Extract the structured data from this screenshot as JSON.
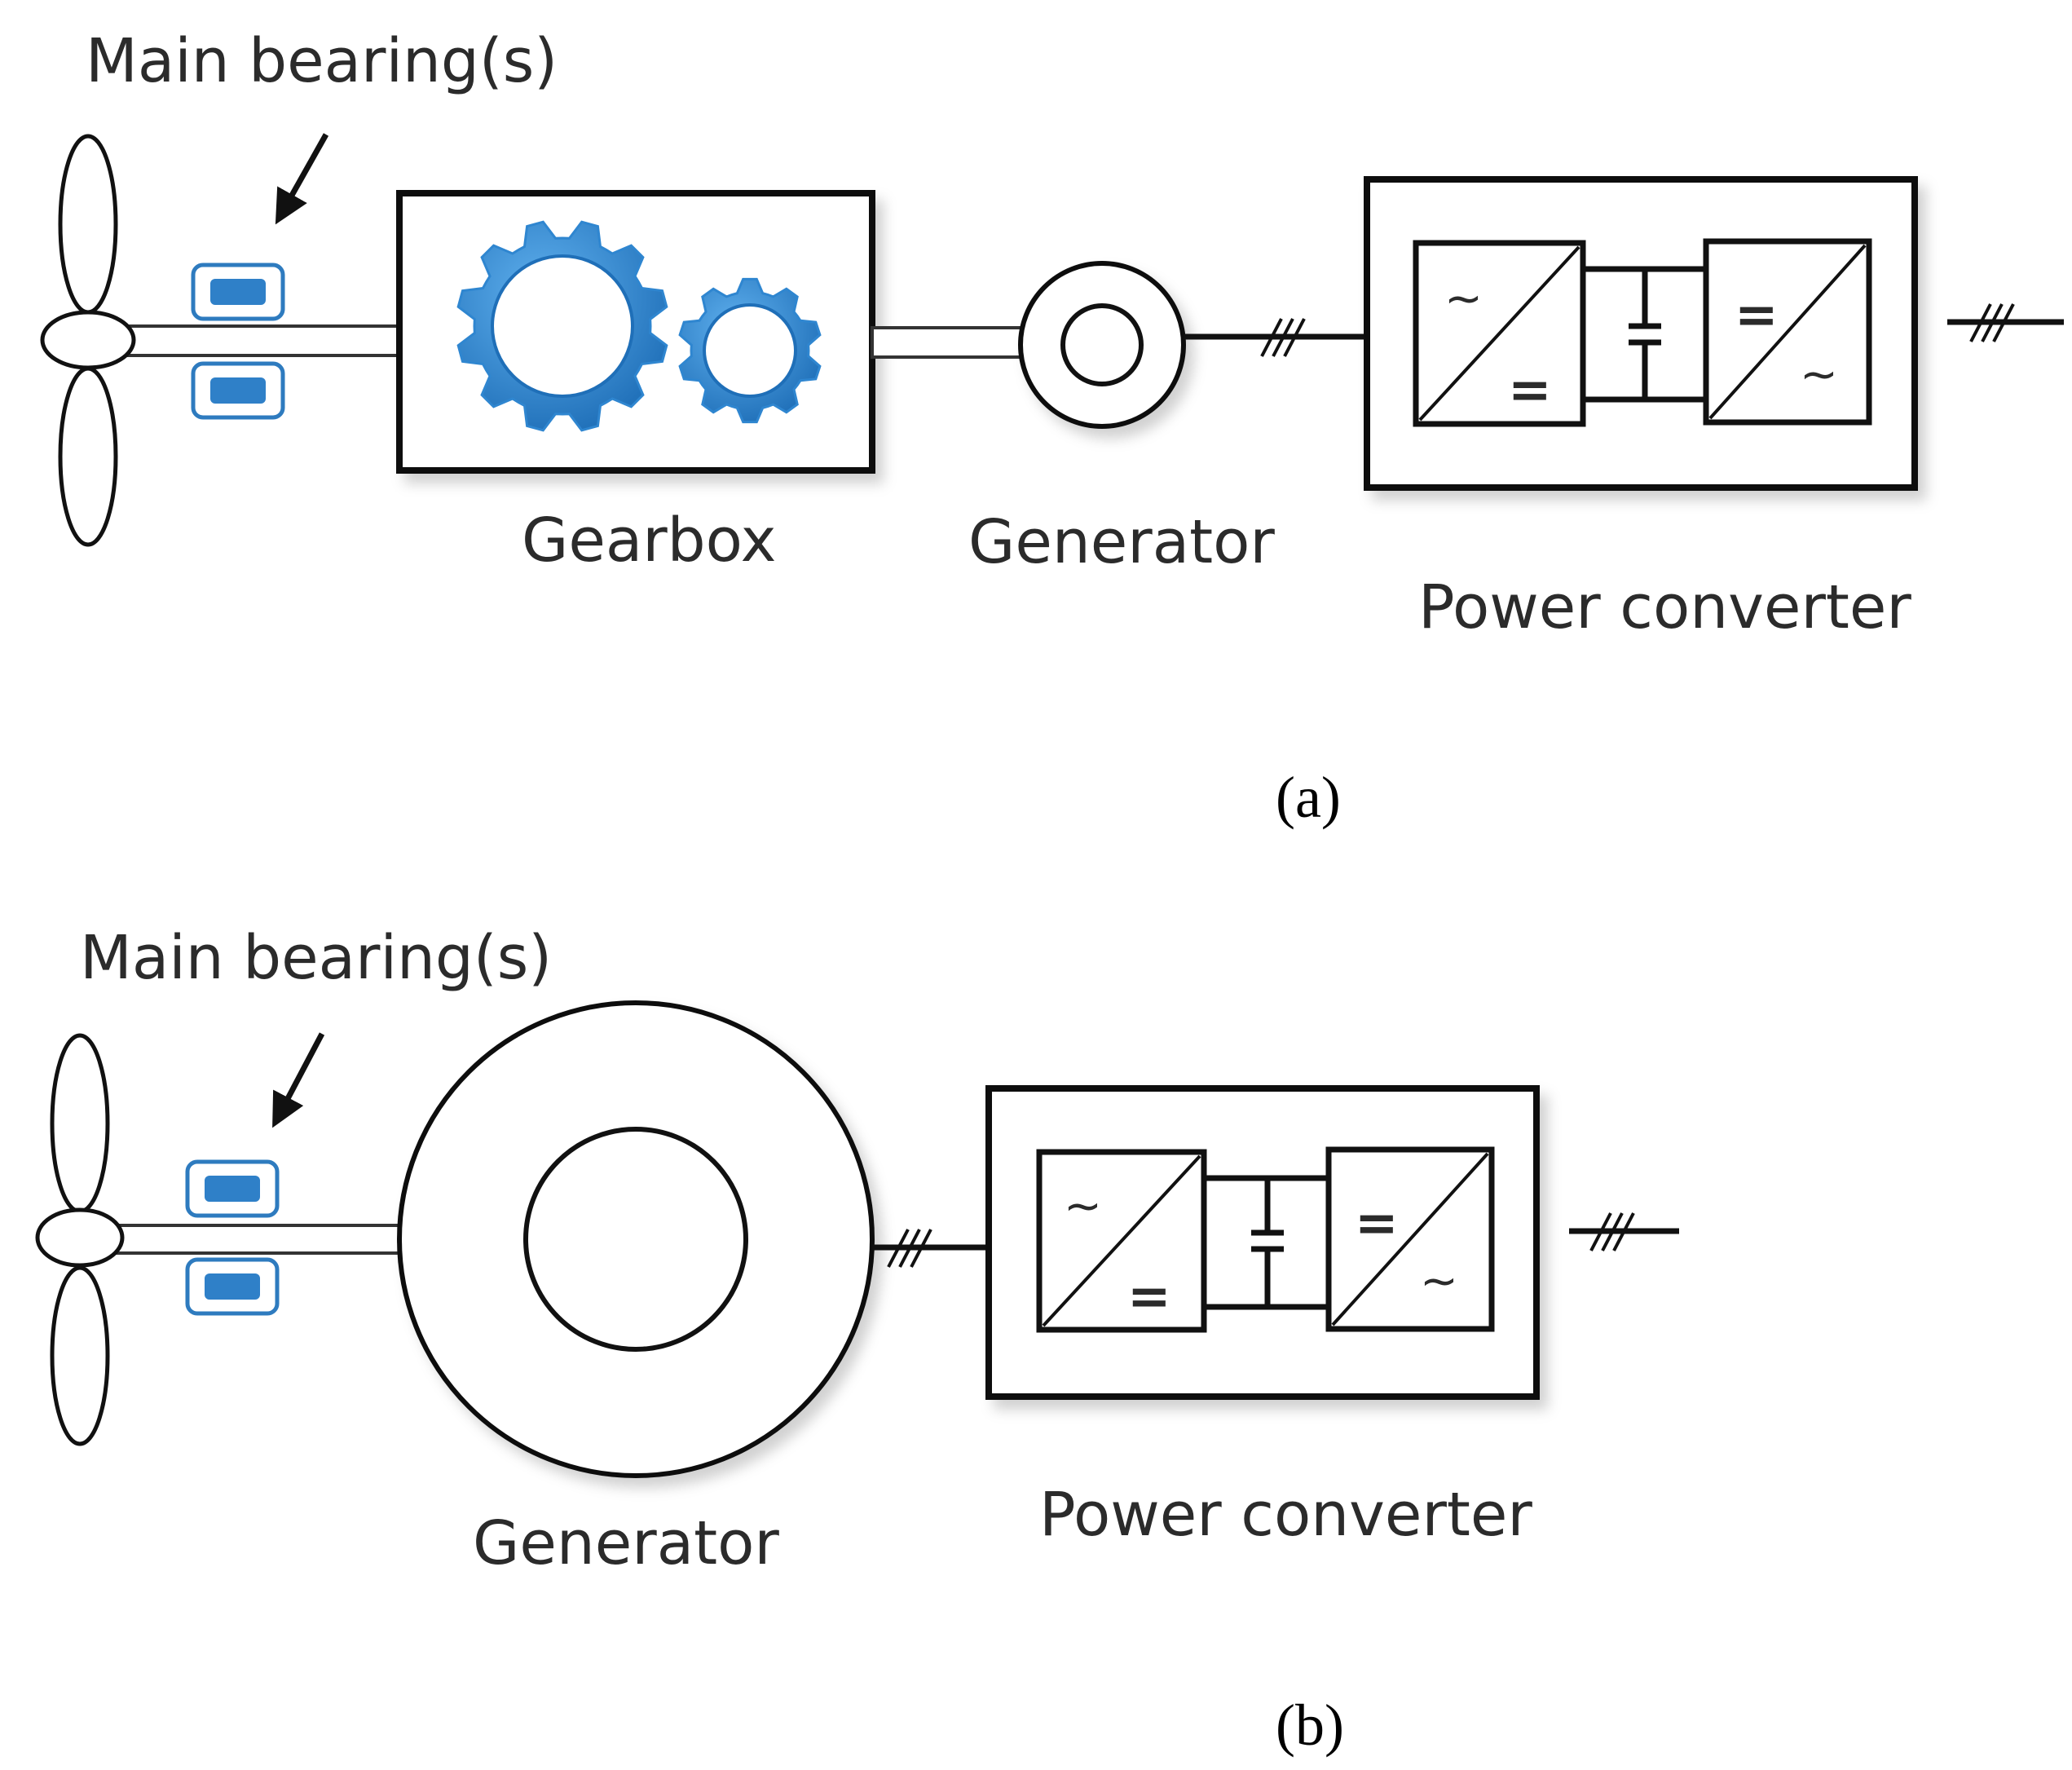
{
  "colors": {
    "bearing": "#2e7bbf",
    "bearing_fill": "#2f80c8",
    "gear": "#2f86d0",
    "converter_symbol": "#4b3e94",
    "line": "#111111",
    "text": "#2b2b2b"
  },
  "icons": {
    "gears": "gears-icon",
    "ac_symbol": "tilde",
    "dc_symbol": "equals"
  },
  "panel_a": {
    "caption": "(a)",
    "label_bearing": "Main bearing(s)",
    "label_gearbox": "Gearbox",
    "label_generator": "Generator",
    "label_converter": "Power converter"
  },
  "panel_b": {
    "caption": "(b)",
    "label_bearing": "Main bearing(s)",
    "label_generator": "Generator",
    "label_converter": "Power converter"
  }
}
